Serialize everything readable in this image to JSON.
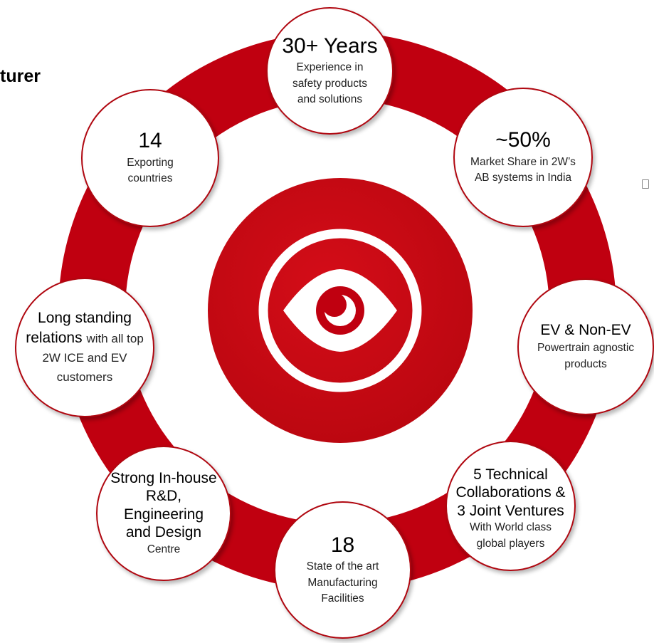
{
  "heading_fragment": "turer",
  "accent_color": "#c00010",
  "center_icon": "eye-icon",
  "nodes": [
    {
      "id": "years",
      "headline": "30+ Years",
      "text": "Experience in safety products and solutions"
    },
    {
      "id": "market-share",
      "headline": "~50%",
      "text": "Market Share in 2W’s AB systems in India"
    },
    {
      "id": "ev",
      "headline": "EV & Non-EV",
      "text": "Powertrain agnostic products"
    },
    {
      "id": "collaborations",
      "headline": "5 Technical Collaborations & 3 Joint Ventures",
      "text": "With World class global players"
    },
    {
      "id": "facilities",
      "headline": "18",
      "text": "State of the art Manufacturing Facilities"
    },
    {
      "id": "rnd",
      "headline": "Strong In-house R&D, Engineering and Design",
      "text": "Centre"
    },
    {
      "id": "relations",
      "headline": "Long standing relations",
      "text": "with all top 2W ICE and EV customers"
    },
    {
      "id": "exporting",
      "headline": "14",
      "text": "Exporting countries"
    }
  ]
}
